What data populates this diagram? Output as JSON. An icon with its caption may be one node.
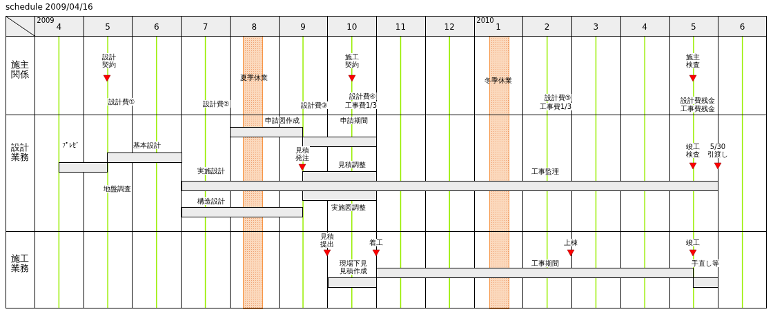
{
  "diagram": {
    "title": "schedule 2009/04/16",
    "nodes": [
      {
        "text": [],
        "shape": "bar"
      },
      {
        "text": [],
        "shape": "bar"
      },
      {
        "text": [],
        "shape": "bar"
      },
      {
        "text": [],
        "shape": "bar"
      },
      {
        "text": [],
        "shape": "bar"
      },
      {
        "text": [],
        "shape": "bar"
      },
      {
        "text": [],
        "shape": "bar"
      },
      {
        "text": [],
        "shape": "bar"
      },
      {
        "text": [],
        "shape": "bar"
      },
      {
        "text": [],
        "shape": "bar"
      },
      {
        "text": [],
        "shape": "bar"
      },
      {
        "text": [],
        "shape": "bar"
      },
      {
        "text": [],
        "shape": "bar"
      }
    ],
    "labels": [
      "2009",
      "4",
      "5",
      "6",
      "7",
      "8",
      "9",
      "10",
      "11",
      "12",
      "2010",
      "1",
      "2",
      "3",
      "4",
      "5",
      "6",
      "施主関係",
      "設計契約",
      "夏季休業",
      "施工契約",
      "冬季休業",
      "施主検査",
      "設計費①",
      "設計費②",
      "設計費③",
      "設計費④",
      "工事費1/3",
      "設計費⑤",
      "工事費1/3",
      "設計費残金",
      "工事費残金",
      "設計業務",
      "申請図作成",
      "申請期間",
      "ﾌﾟﾚｾﾞ",
      "基本設計",
      "見積発注",
      "見積調整",
      "実施設計",
      "工事監理",
      "竣工検査",
      "5/30",
      "引渡し",
      "地盤調査",
      "構造設計",
      "実施図調整",
      "施工業務",
      "見積提出",
      "着工",
      "上棟",
      "竣工",
      "現場下見見積作成",
      "工事期間",
      "手直し等"
    ]
  }
}
